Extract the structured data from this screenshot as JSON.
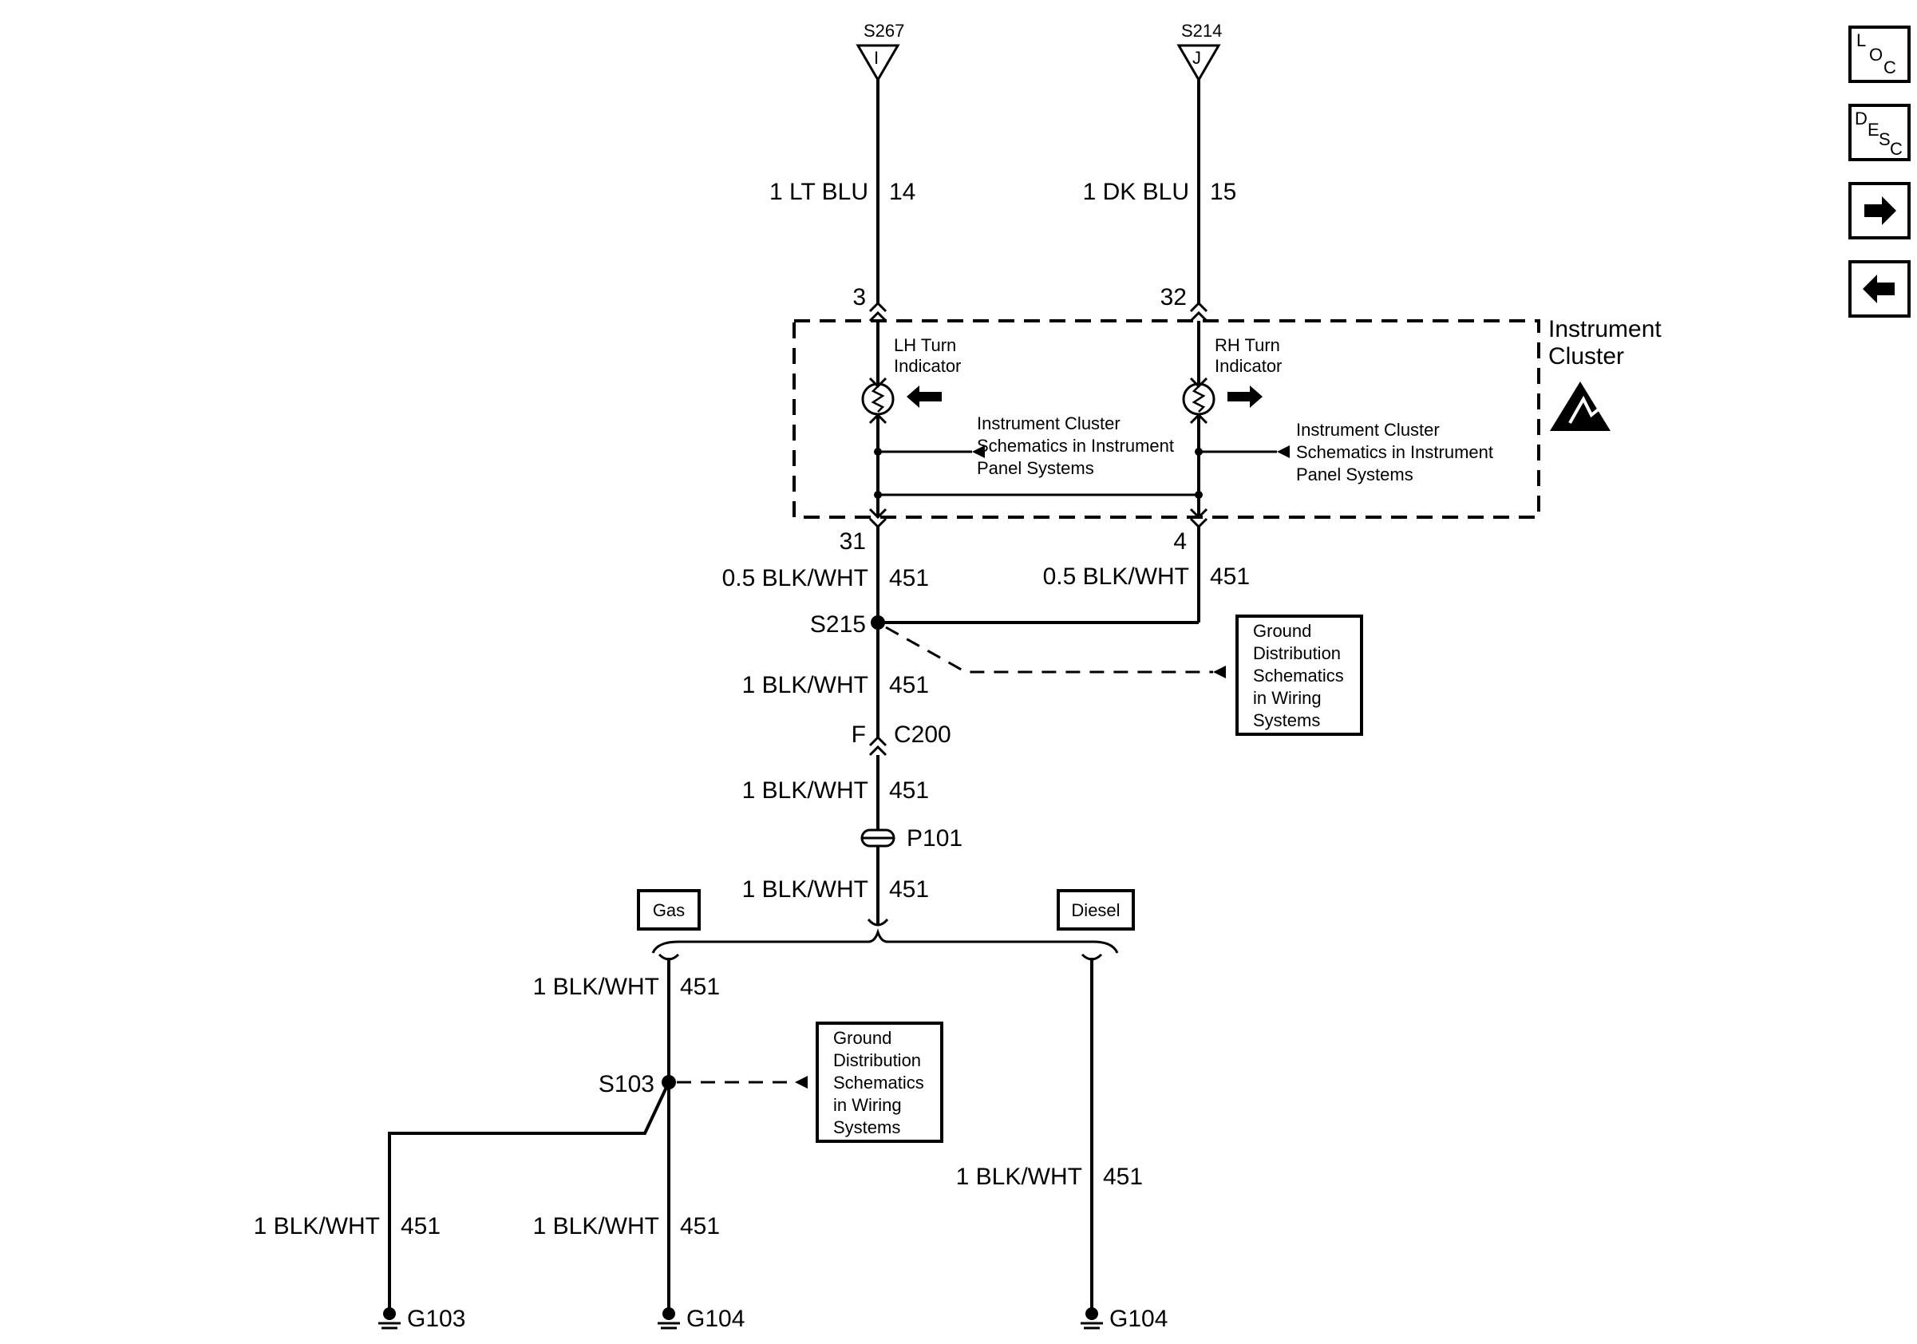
{
  "top_connectors": [
    {
      "id": "S267",
      "letter": "I"
    },
    {
      "id": "S214",
      "letter": "J"
    }
  ],
  "wires_top": [
    {
      "label": "1 LT BLU",
      "circuit": "14"
    },
    {
      "label": "1 DK BLU",
      "circuit": "15"
    }
  ],
  "pins": {
    "lh_in": "3",
    "rh_in": "32",
    "lh_out": "31",
    "rh_out": "4",
    "c200": "F"
  },
  "cluster": {
    "title_line1": "Instrument",
    "title_line2": "Cluster",
    "lh_label_line1": "LH Turn",
    "lh_label_line2": "Indicator",
    "rh_label_line1": "RH Turn",
    "rh_label_line2": "Indicator",
    "ref_left": [
      "Instrument Cluster",
      "Schematics in Instrument",
      "Panel Systems"
    ],
    "ref_right": [
      "Instrument Cluster",
      "Schematics in Instrument",
      "Panel Systems"
    ]
  },
  "wires_mid": [
    {
      "label": "0.5 BLK/WHT",
      "circuit": "451"
    },
    {
      "label": "0.5 BLK/WHT",
      "circuit": "451"
    },
    {
      "label": "1 BLK/WHT",
      "circuit": "451"
    },
    {
      "label": "1 BLK/WHT",
      "circuit": "451"
    },
    {
      "label": "1 BLK/WHT",
      "circuit": "451"
    }
  ],
  "splices": {
    "s215": "S215",
    "s103": "S103"
  },
  "connectors": {
    "c200": "C200",
    "p101": "P101"
  },
  "ground_ref": [
    "Ground",
    "Distribution",
    "Schematics",
    "in Wiring",
    "Systems"
  ],
  "options": {
    "gas": "Gas",
    "diesel": "Diesel"
  },
  "wires_bottom": [
    {
      "label": "1 BLK/WHT",
      "circuit": "451"
    },
    {
      "label": "1 BLK/WHT",
      "circuit": "451"
    },
    {
      "label": "1 BLK/WHT",
      "circuit": "451"
    },
    {
      "label": "1 BLK/WHT",
      "circuit": "451"
    }
  ],
  "grounds": [
    "G103",
    "G104",
    "G104"
  ],
  "nav": {
    "loc": [
      "L",
      "O",
      "C"
    ],
    "desc": [
      "D",
      "E",
      "S",
      "C"
    ]
  }
}
